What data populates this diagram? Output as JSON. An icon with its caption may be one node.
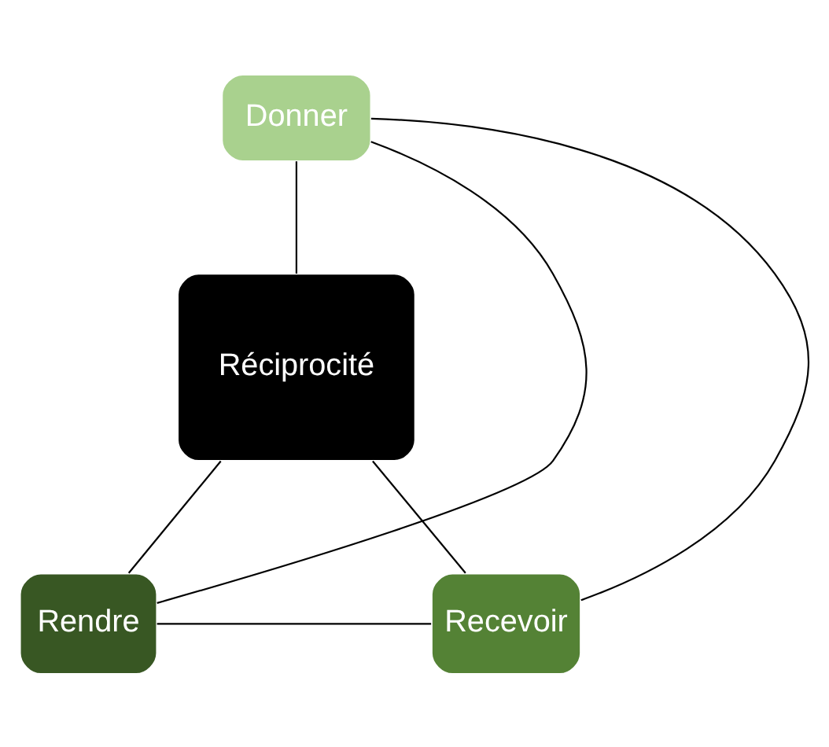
{
  "diagram": {
    "nodes": [
      {
        "text": [
          "Donner"
        ]
      },
      {
        "text": [
          "Réciprocité"
        ]
      },
      {
        "text": [
          "Rendre"
        ]
      },
      {
        "text": [
          "Recevoir"
        ]
      }
    ],
    "edges": [
      {
        "from": 0,
        "to": 1,
        "arrow": "none"
      },
      {
        "from": 0,
        "to": 2,
        "arrow": "none"
      },
      {
        "from": 0,
        "to": 3,
        "arrow": "none"
      },
      {
        "from": 1,
        "to": 2,
        "arrow": "none"
      },
      {
        "from": 1,
        "to": 3,
        "arrow": "none"
      },
      {
        "from": 2,
        "to": 3,
        "arrow": "none"
      }
    ]
  }
}
